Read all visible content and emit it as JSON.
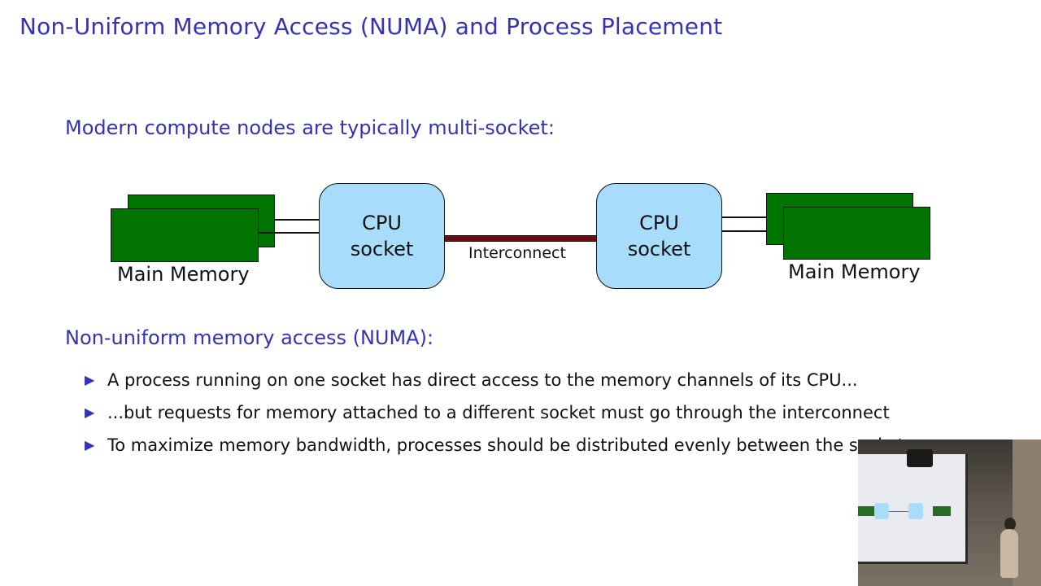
{
  "slide": {
    "title": "Non-Uniform Memory Access (NUMA) and Process Placement",
    "heading_1": "Modern compute nodes are typically multi-socket:",
    "heading_2": "Non-uniform memory access (NUMA):",
    "bullets": [
      "A process running on one socket has direct access to the memory channels of its CPU...",
      "...but requests for memory attached to a different socket must go through the interconnect",
      "To maximize memory bandwidth, processes should be distributed evenly between the sockets"
    ]
  },
  "diagram": {
    "cpu_left": {
      "line1": "CPU",
      "line2": "socket"
    },
    "cpu_right": {
      "line1": "CPU",
      "line2": "socket"
    },
    "interconnect_label": "Interconnect",
    "memory_left_label": "Main Memory",
    "memory_right_label": "Main Memory"
  },
  "colors": {
    "heading": "#3333b3",
    "memory": "#007300",
    "cpu": "#a7dcfb",
    "interconnect": "#6b0c12"
  },
  "icons": {
    "bullet": "triangle-right-icon"
  }
}
